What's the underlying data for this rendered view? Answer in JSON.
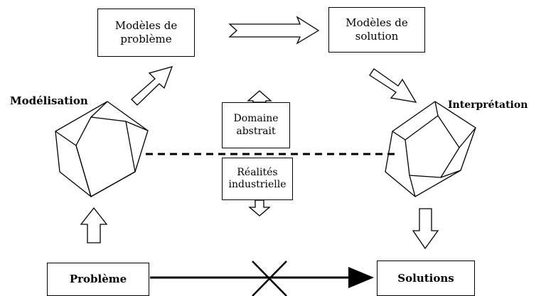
{
  "boxes": {
    "problem_models": "Modèles de\nproblème",
    "solution_models": "Modèles de\nsolution",
    "abstract_domain": "Domaine\nabstrait",
    "industrial_reality": "Réalités\nindustrielle",
    "problem": "Problème",
    "solutions": "Solutions"
  },
  "labels": {
    "modeling": "Modélisation",
    "interpretation": "Interprétation"
  },
  "colors": {
    "stroke": "#000000",
    "background": "#ffffff"
  }
}
